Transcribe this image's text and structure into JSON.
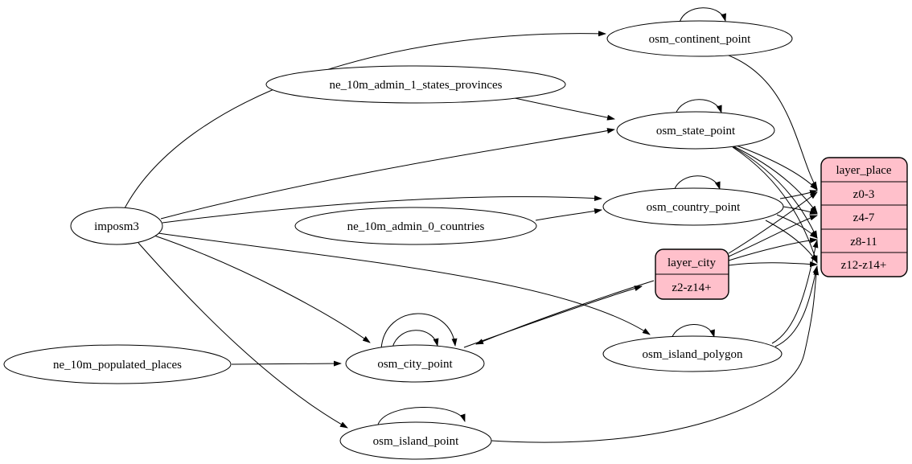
{
  "diagram": {
    "kind": "etl-dataflow-graph",
    "background": "#ffffff",
    "colors": {
      "node_fill": "#ffffff",
      "record_fill": "#ffc0cb",
      "stroke": "#000000"
    },
    "nodes": {
      "imposm3": {
        "label": "imposm3",
        "shape": "ellipse"
      },
      "ne_10m_admin_1_states_provinces": {
        "label": "ne_10m_admin_1_states_provinces",
        "shape": "ellipse"
      },
      "ne_10m_admin_0_countries": {
        "label": "ne_10m_admin_0_countries",
        "shape": "ellipse"
      },
      "ne_10m_populated_places": {
        "label": "ne_10m_populated_places",
        "shape": "ellipse"
      },
      "osm_continent_point": {
        "label": "osm_continent_point",
        "shape": "ellipse"
      },
      "osm_state_point": {
        "label": "osm_state_point",
        "shape": "ellipse"
      },
      "osm_country_point": {
        "label": "osm_country_point",
        "shape": "ellipse"
      },
      "osm_city_point": {
        "label": "osm_city_point",
        "shape": "ellipse"
      },
      "osm_island_polygon": {
        "label": "osm_island_polygon",
        "shape": "ellipse"
      },
      "osm_island_point": {
        "label": "osm_island_point",
        "shape": "ellipse"
      },
      "layer_city": {
        "label": "layer_city",
        "shape": "record",
        "fill": "#ffc0cb",
        "rows": [
          "z2-z14+"
        ]
      },
      "layer_place": {
        "label": "layer_place",
        "shape": "record",
        "fill": "#ffc0cb",
        "rows": [
          "z0-3",
          "z4-7",
          "z8-11",
          "z12-z14+"
        ]
      }
    },
    "edges": [
      {
        "from": "imposm3",
        "to": "osm_continent_point"
      },
      {
        "from": "imposm3",
        "to": "osm_state_point"
      },
      {
        "from": "imposm3",
        "to": "osm_country_point"
      },
      {
        "from": "imposm3",
        "to": "osm_city_point"
      },
      {
        "from": "imposm3",
        "to": "osm_island_polygon"
      },
      {
        "from": "imposm3",
        "to": "osm_island_point"
      },
      {
        "from": "ne_10m_admin_1_states_provinces",
        "to": "osm_state_point"
      },
      {
        "from": "ne_10m_admin_0_countries",
        "to": "osm_country_point"
      },
      {
        "from": "ne_10m_populated_places",
        "to": "osm_city_point"
      },
      {
        "from": "osm_continent_point",
        "to": "osm_continent_point",
        "self_loop": true
      },
      {
        "from": "osm_state_point",
        "to": "osm_state_point",
        "self_loop": true
      },
      {
        "from": "osm_country_point",
        "to": "osm_country_point",
        "self_loop": true
      },
      {
        "from": "osm_city_point",
        "to": "osm_city_point",
        "self_loop": true
      },
      {
        "from": "osm_city_point",
        "to": "osm_city_point",
        "self_loop": true
      },
      {
        "from": "osm_island_polygon",
        "to": "osm_island_polygon",
        "self_loop": true
      },
      {
        "from": "osm_island_point",
        "to": "osm_island_point",
        "self_loop": true
      },
      {
        "from": "osm_city_point",
        "to": "layer_city",
        "to_row": "z2-z14+"
      },
      {
        "from": "layer_city",
        "to": "osm_city_point"
      },
      {
        "from": "osm_continent_point",
        "to": "layer_place",
        "to_row": "z0-3"
      },
      {
        "from": "osm_state_point",
        "to": "layer_place",
        "to_row": "z0-3"
      },
      {
        "from": "osm_state_point",
        "to": "layer_place",
        "to_row": "z4-7"
      },
      {
        "from": "osm_state_point",
        "to": "layer_place",
        "to_row": "z8-11"
      },
      {
        "from": "osm_state_point",
        "to": "layer_place",
        "to_row": "z12-z14+"
      },
      {
        "from": "osm_country_point",
        "to": "layer_place",
        "to_row": "z0-3"
      },
      {
        "from": "osm_country_point",
        "to": "layer_place",
        "to_row": "z4-7"
      },
      {
        "from": "osm_country_point",
        "to": "layer_place",
        "to_row": "z8-11"
      },
      {
        "from": "osm_country_point",
        "to": "layer_place",
        "to_row": "z12-z14+"
      },
      {
        "from": "layer_city",
        "to": "layer_place",
        "to_row": "z0-3"
      },
      {
        "from": "layer_city",
        "to": "layer_place",
        "to_row": "z4-7"
      },
      {
        "from": "layer_city",
        "to": "layer_place",
        "to_row": "z8-11"
      },
      {
        "from": "layer_city",
        "to": "layer_place",
        "to_row": "z12-z14+"
      },
      {
        "from": "osm_island_polygon",
        "to": "layer_place",
        "to_row": "z8-11"
      },
      {
        "from": "osm_island_polygon",
        "to": "layer_place",
        "to_row": "z12-z14+"
      },
      {
        "from": "osm_island_point",
        "to": "layer_place",
        "to_row": "z12-z14+"
      }
    ]
  }
}
